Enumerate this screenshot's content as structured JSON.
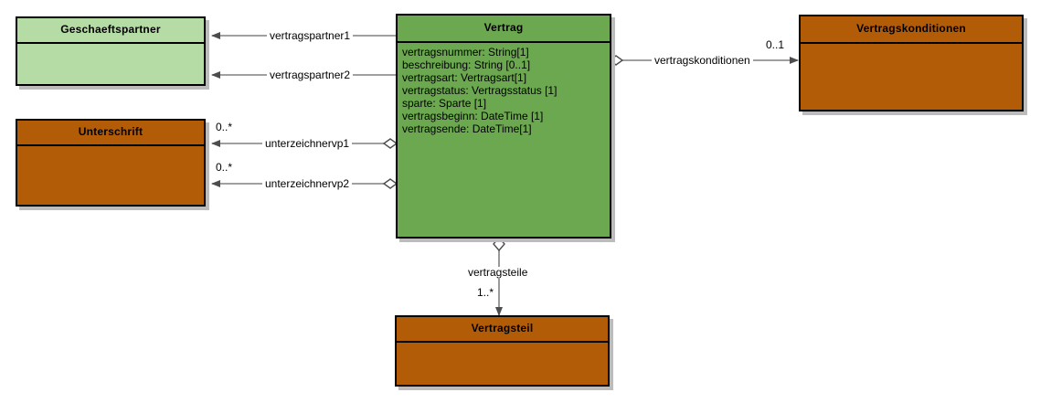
{
  "diagram": {
    "title": "Vertrag UML class diagram",
    "type": "uml-class-diagram",
    "colors": {
      "green": "#6BA84F",
      "light_green": "#B5DCA5",
      "orange": "#B35C08",
      "border": "#000000",
      "shadow": "#BCBCBC",
      "edge": "#808080",
      "background": "#FFFFFF"
    }
  },
  "classes": [
    {
      "id": "geschaeftspartner",
      "name": "Geschaeftspartner",
      "fill": "light_green",
      "attributes": []
    },
    {
      "id": "unterschrift",
      "name": "Unterschrift",
      "fill": "orange",
      "attributes": []
    },
    {
      "id": "vertrag",
      "name": "Vertrag",
      "fill": "green",
      "attributes": [
        "vertragsnummer: String[1]",
        "beschreibung: String [0..1]",
        "vertragsart: Vertragsart[1]",
        "vertragstatus: Vertragsstatus [1]",
        "sparte: Sparte [1]",
        "vertragsbeginn: DateTime [1]",
        "vertragsende: DateTime[1]"
      ]
    },
    {
      "id": "vertragskonditionen",
      "name": "Vertragskonditionen",
      "fill": "orange",
      "attributes": []
    },
    {
      "id": "vertragsteil",
      "name": "Vertragsteil",
      "fill": "orange",
      "attributes": []
    }
  ],
  "associations": [
    {
      "id": "vertragspartner1",
      "label": "vertragspartner1",
      "source": "vertrag",
      "target": "geschaeftspartner",
      "source_multiplicity": "",
      "target_multiplicity": "",
      "source_decoration": "none",
      "target_decoration": "arrow"
    },
    {
      "id": "vertragspartner2",
      "label": "vertragspartner2",
      "source": "vertrag",
      "target": "geschaeftspartner",
      "source_multiplicity": "",
      "target_multiplicity": "",
      "source_decoration": "none",
      "target_decoration": "arrow"
    },
    {
      "id": "unterzeichnervp1",
      "label": "unterzeichnervp1",
      "source": "vertrag",
      "target": "unterschrift",
      "source_multiplicity": "",
      "target_multiplicity": "0..*",
      "source_decoration": "diamond",
      "target_decoration": "arrow"
    },
    {
      "id": "unterzeichnervp2",
      "label": "unterzeichnervp2",
      "source": "vertrag",
      "target": "unterschrift",
      "source_multiplicity": "",
      "target_multiplicity": "0..*",
      "source_decoration": "diamond",
      "target_decoration": "arrow"
    },
    {
      "id": "vertragskonditionen-assoc",
      "label": "vertragskonditionen",
      "source": "vertrag",
      "target": "vertragskonditionen",
      "source_multiplicity": "",
      "target_multiplicity": "0..1",
      "source_decoration": "diamond",
      "target_decoration": "arrow"
    },
    {
      "id": "vertragsteile-assoc",
      "label": "vertragsteile",
      "source": "vertrag",
      "target": "vertragsteil",
      "source_multiplicity": "",
      "target_multiplicity": "1..*",
      "source_decoration": "diamond",
      "target_decoration": "arrow"
    }
  ]
}
